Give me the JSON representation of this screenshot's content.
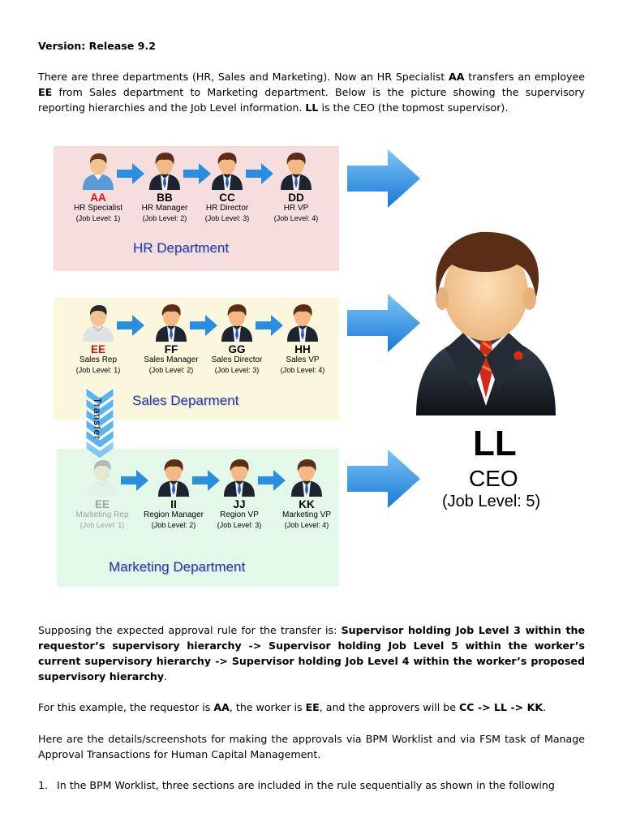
{
  "doc": {
    "version": "Version: Release 9.2",
    "intro": [
      {
        "t": "There are three departments (HR, Sales and Marketing). Now an HR Specialist ",
        "b": false
      },
      {
        "t": "AA",
        "b": true
      },
      {
        "t": " transfers an employee ",
        "b": false
      },
      {
        "t": "EE",
        "b": true
      },
      {
        "t": " from Sales department to Marketing department. Below is the picture showing the supervisory reporting hierarchies and the Job Level information. ",
        "b": false
      },
      {
        "t": "LL",
        "b": true
      },
      {
        "t": " is the CEO (the topmost supervisor).",
        "b": false
      }
    ],
    "rule": [
      {
        "t": "Supposing the expected approval rule for the transfer is: ",
        "b": false
      },
      {
        "t": "Supervisor holding Job Level 3 within the requestor’s supervisory hierarchy -> Supervisor holding Job Level 5 within the worker’s current supervisory hierarchy -> Supervisor holding Job Level 4 within the worker’s proposed supervisory hierarchy",
        "b": true
      },
      {
        "t": ".",
        "b": false
      }
    ],
    "example": [
      {
        "t": "For this example, the requestor is ",
        "b": false
      },
      {
        "t": "AA",
        "b": true
      },
      {
        "t": ", the worker is ",
        "b": false
      },
      {
        "t": "EE",
        "b": true
      },
      {
        "t": ", and the approvers will be ",
        "b": false
      },
      {
        "t": "CC -> LL -> KK",
        "b": true
      },
      {
        "t": ".",
        "b": false
      }
    ],
    "details": "Here are the details/screenshots for making the approvals via BPM Worklist and via FSM task of Manage Approval Transactions for Human Capital Management.",
    "step1_num": "1.",
    "step1_text": "In the BPM Worklist, three sections are included in the rule sequentially as shown in the following"
  },
  "diagram": {
    "hr": {
      "title": "HR Department",
      "people": [
        {
          "name": "AA",
          "role": "HR Specialist",
          "level": "(Job Level: 1)"
        },
        {
          "name": "BB",
          "role": "HR Manager",
          "level": "(Job Level: 2)"
        },
        {
          "name": "CC",
          "role": "HR Director",
          "level": "(Job Level: 3)"
        },
        {
          "name": "DD",
          "role": "HR VP",
          "level": "(Job Level: 4)"
        }
      ]
    },
    "sales": {
      "title": "Sales Deparment",
      "people": [
        {
          "name": "EE",
          "role": "Sales Rep",
          "level": "(Job Level: 1)"
        },
        {
          "name": "FF",
          "role": "Sales Manager",
          "level": "(Job Level: 2)"
        },
        {
          "name": "GG",
          "role": "Sales Director",
          "level": "(Job Level: 3)"
        },
        {
          "name": "HH",
          "role": "Sales VP",
          "level": "(Job Level: 4)"
        }
      ]
    },
    "marketing": {
      "title": "Marketing Department",
      "people": [
        {
          "name": "EE",
          "role": "Marketing Rep",
          "level": "(Job Level: 1)"
        },
        {
          "name": "II",
          "role": "Region Manager",
          "level": "(Job Level: 2)"
        },
        {
          "name": "JJ",
          "role": "Region VP",
          "level": "(Job Level: 3)"
        },
        {
          "name": "KK",
          "role": "Marketing VP",
          "level": "(Job Level: 4)"
        }
      ]
    },
    "transfer_label": "Transfer",
    "ceo": {
      "name": "LL",
      "title": "CEO",
      "level": "(Job Level: 5)"
    },
    "colors": {
      "arrow": "#2a8ee0",
      "name_highlight": "#d41414",
      "dept_title": "#2a3a9a",
      "hr_bg": "#f7dede",
      "sales_bg": "#fbf7dc",
      "marketing_bg": "#e4f8ea",
      "suit": "#1c2430",
      "hair": "#5a2d17",
      "tie": "#d02a1a"
    }
  }
}
